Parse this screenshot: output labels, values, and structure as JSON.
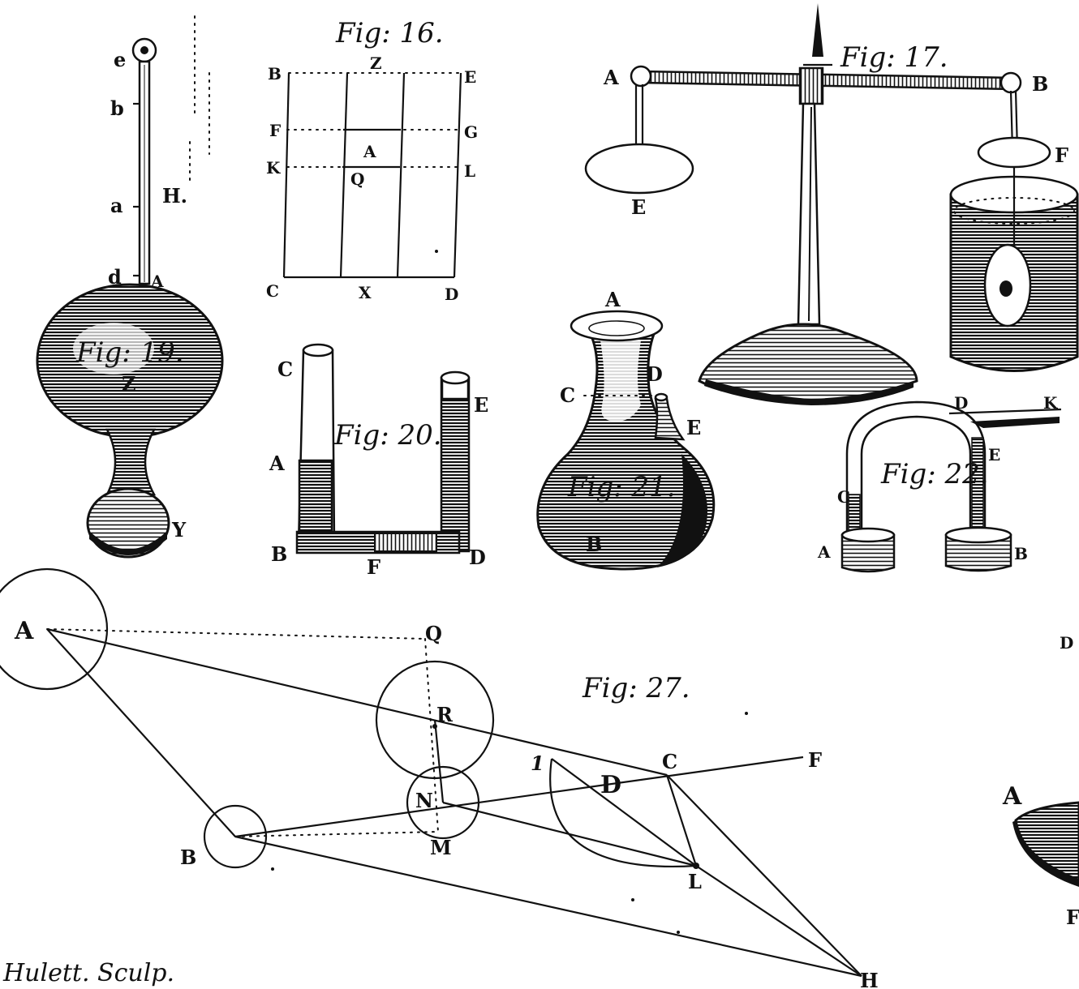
{
  "plate": {
    "engraver": "Hulett. Sculp.",
    "fig16": {
      "caption": "Fig: 16.",
      "labels": [
        "B",
        "Z",
        "E",
        "F",
        "G",
        "A",
        "K",
        "Q",
        "L",
        "C",
        "X",
        "D"
      ]
    },
    "fig17": {
      "caption": "Fig: 17.",
      "labels": [
        "A",
        "B",
        "E",
        "F"
      ]
    },
    "fig19": {
      "caption": "Fig: 19.",
      "labels": [
        "e",
        "b",
        "a",
        "H.",
        "d",
        "A",
        "Z",
        "Y"
      ]
    },
    "fig20": {
      "caption": "Fig: 20.",
      "labels": [
        "C",
        "E",
        "A",
        "B",
        "F",
        "D"
      ]
    },
    "fig21": {
      "caption": "Fig: 21.",
      "labels": [
        "A",
        "C",
        "D",
        "E",
        "B"
      ]
    },
    "fig22": {
      "caption": "Fig: 22.",
      "labels": [
        "D",
        "K",
        "E",
        "C",
        "A",
        "B"
      ]
    },
    "fig27": {
      "caption": "Fig: 27.",
      "labels": [
        "A",
        "Q",
        "R",
        "1",
        "C",
        "F",
        "D",
        "N",
        "B",
        "M",
        "L",
        "H"
      ]
    },
    "fragment": {
      "labels": [
        "D",
        "A",
        "F"
      ]
    }
  }
}
